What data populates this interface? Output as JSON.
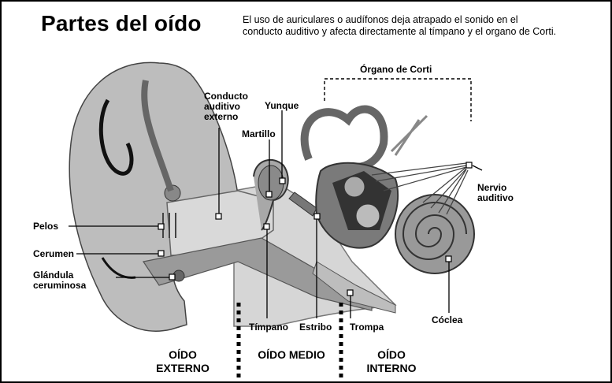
{
  "title": "Partes del oído",
  "description": "El uso de auriculares o audífonos deja atrapado el sonido en el conducto auditivo y afecta directamente al tímpano y el organo de Corti.",
  "labels": {
    "conducto": "Conducto auditivo externo",
    "yunque": "Yunque",
    "martillo": "Martillo",
    "organo_corti": "Órgano de Corti",
    "nervio": "Nervio auditivo",
    "pelos": "Pelos",
    "cerumen": "Cerumen",
    "glandula": "Glándula ceruminosa",
    "timpano": "Tímpano",
    "estribo": "Estribo",
    "trompa": "Trompa",
    "coclea": "Cóclea"
  },
  "sections": {
    "externo": "OÍDO EXTERNO",
    "medio": "OÍDO MEDIO",
    "interno": "OÍDO INTERNO"
  },
  "colors": {
    "dark": "#333333",
    "mid": "#8a8a8a",
    "light": "#c4c4c4",
    "pale": "#dcdcdc"
  }
}
